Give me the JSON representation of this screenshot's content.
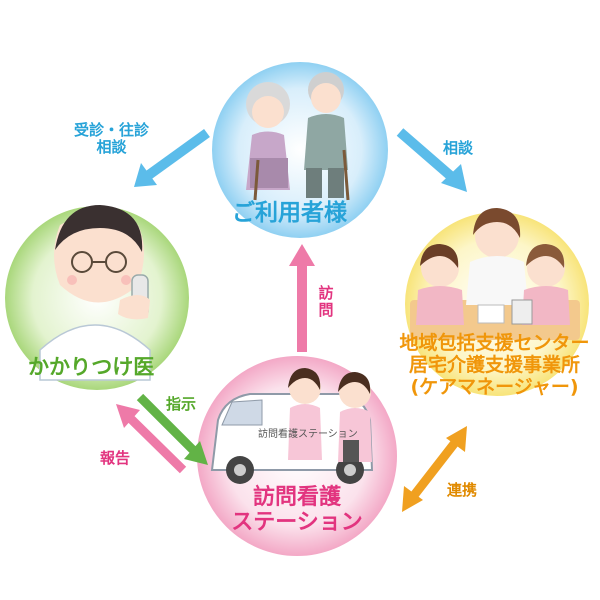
{
  "nodes": {
    "patient": {
      "label": "ご利用者様",
      "color": "#27a3d8"
    },
    "doctor": {
      "label": "かかりつけ医",
      "color": "#55a82a"
    },
    "care_center": {
      "lines": [
        "地域包括支援センター",
        "居宅介護支援事業所",
        "(ケアマネージャー)"
      ],
      "color": "#f0960a"
    },
    "station": {
      "lines": [
        "訪問看護",
        "ステーション"
      ],
      "color": "#e2347f",
      "car_text": "訪問看護ステーション"
    }
  },
  "arrows": {
    "patient_to_doctor": {
      "label_lines": [
        "受診・往診",
        "相談"
      ],
      "color": "#5bbcea"
    },
    "patient_to_care": {
      "label": "相談",
      "color": "#5bbcea"
    },
    "station_to_patient": {
      "label": "訪問",
      "color": "#ee7aa8"
    },
    "doctor_to_station": {
      "label": "指示",
      "color": "#62b346"
    },
    "station_to_doctor": {
      "label": "報告",
      "color": "#ee7aa8"
    },
    "station_care_link": {
      "label": "連携",
      "color": "#f0a020"
    }
  }
}
